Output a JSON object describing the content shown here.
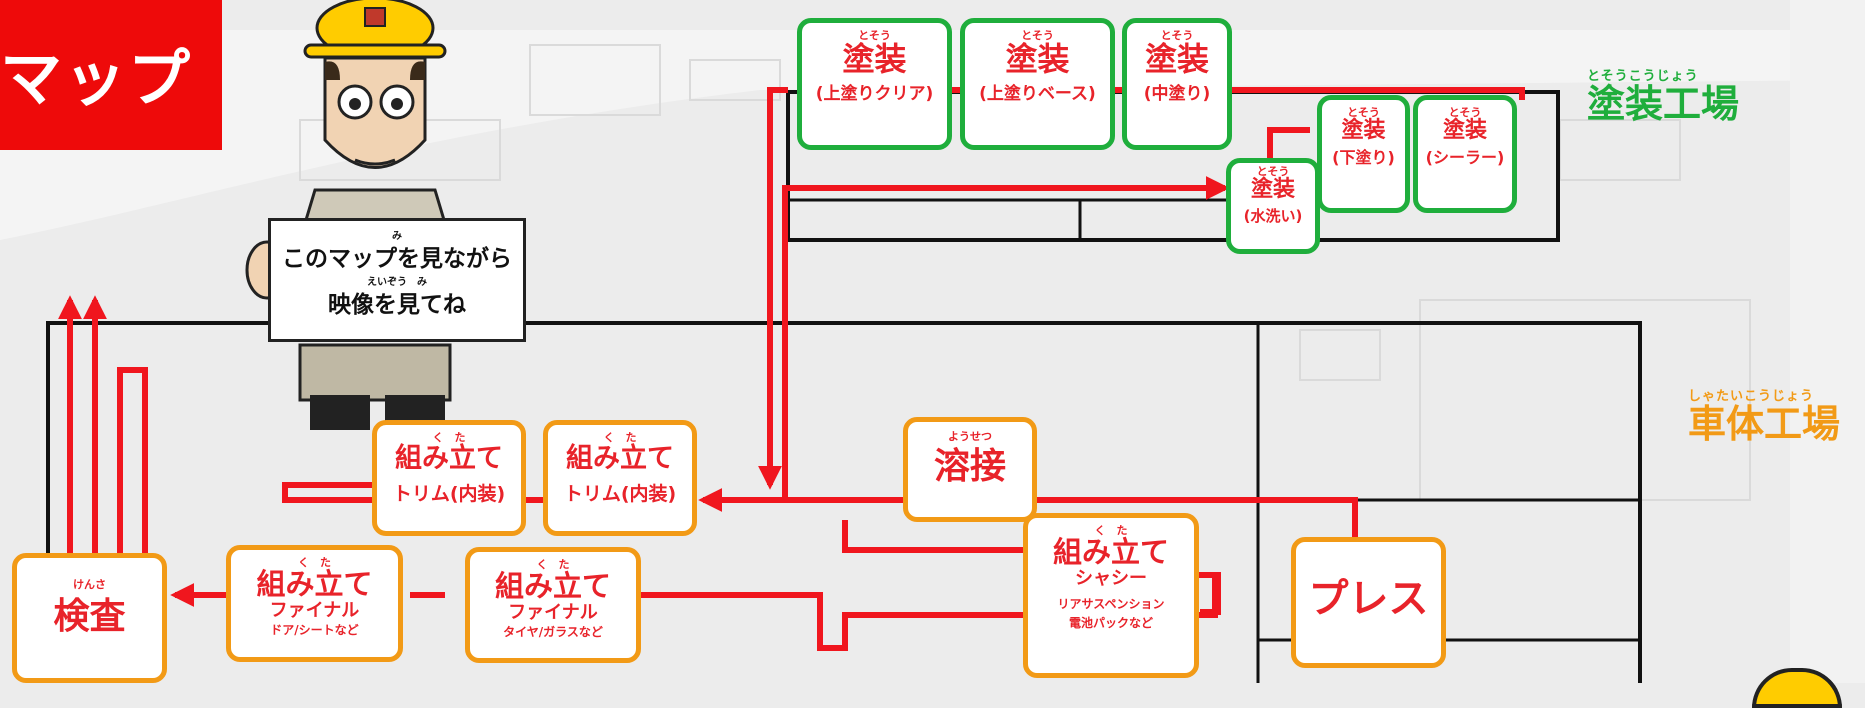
{
  "title": "マップ",
  "sign": {
    "ruby_1": "み",
    "line_1": "このマップを見ながら",
    "ruby_2": "えいぞう　み",
    "line_2": "映像を見てね"
  },
  "factories": {
    "paint": {
      "ruby": "とそうこうじょう",
      "name": "塗装工場",
      "color": "#1fae3c"
    },
    "body": {
      "ruby": "しゃたいこうじょう",
      "name": "車体工場",
      "color": "#f29a16"
    }
  },
  "paint_steps": [
    {
      "ruby": "とそう",
      "name": "塗装",
      "sub": "(上塗りクリア)"
    },
    {
      "ruby": "とそう",
      "name": "塗装",
      "sub": "(上塗りベース)"
    },
    {
      "ruby": "とそう",
      "name": "塗装",
      "sub": "(中塗り)"
    },
    {
      "ruby": "とそう",
      "name": "塗装",
      "sub": "(下塗り)"
    },
    {
      "ruby": "とそう",
      "name": "塗装",
      "sub": "(シーラー)"
    },
    {
      "ruby": "とそう",
      "name": "塗装",
      "sub": "(水洗い)"
    }
  ],
  "body_steps": {
    "trim_1": {
      "ruby": "く　た",
      "name": "組み立て",
      "sub": "トリム(内装)"
    },
    "trim_2": {
      "ruby": "く　た",
      "name": "組み立て",
      "sub": "トリム(内装)"
    },
    "welding": {
      "ruby": "ようせつ",
      "name": "溶接"
    },
    "chassis": {
      "ruby": "く　た",
      "name": "組み立て",
      "sub": "シャシー",
      "detail_1": "リアサスペンション",
      "detail_2": "電池パックなど"
    },
    "press": {
      "name": "プレス"
    },
    "final_1": {
      "ruby": "く　た",
      "name": "組み立て",
      "sub": "ファイナル",
      "detail": "タイヤ/ガラスなど"
    },
    "final_2": {
      "ruby": "く　た",
      "name": "組み立て",
      "sub": "ファイナル",
      "detail": "ドア/シートなど"
    },
    "inspection": {
      "ruby": "けんさ",
      "name": "検査"
    }
  },
  "colors": {
    "arrow": "#f0161e",
    "green": "#1fae3c",
    "orange": "#f29a16",
    "title_bg": "#ee0a0a"
  }
}
